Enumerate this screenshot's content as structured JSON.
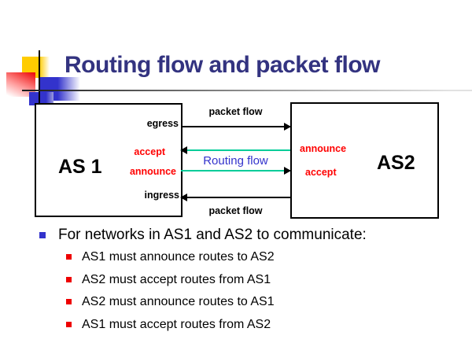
{
  "slide": {
    "title": "Routing flow and packet flow"
  },
  "diagram": {
    "as1": "AS 1",
    "as2": "AS2",
    "egress": "egress",
    "ingress": "ingress",
    "as1_accept": "accept",
    "as1_announce": "announce",
    "as2_announce": "announce",
    "as2_accept": "accept",
    "packet_flow_top": "packet flow",
    "packet_flow_bottom": "packet flow",
    "routing_flow": "Routing flow"
  },
  "bullets": {
    "main": "For networks in AS1 and AS2 to communicate:",
    "items": [
      "AS1 must announce routes to AS2",
      "AS2 must accept routes from AS1",
      "AS2 must announce routes to AS1",
      "AS1 must accept routes from AS2"
    ]
  },
  "colors": {
    "title": "#333380",
    "routing_flow_text": "#3333CC",
    "red_label": "#FF0000",
    "teal_arrow": "#00CC99",
    "black_arrow": "#000000",
    "main_bullet": "#3333CC",
    "sub_bullet": "#EE0000",
    "deco_yellow": "#FFCC00",
    "deco_red": "#EE1111",
    "deco_blue": "#3333CC"
  }
}
